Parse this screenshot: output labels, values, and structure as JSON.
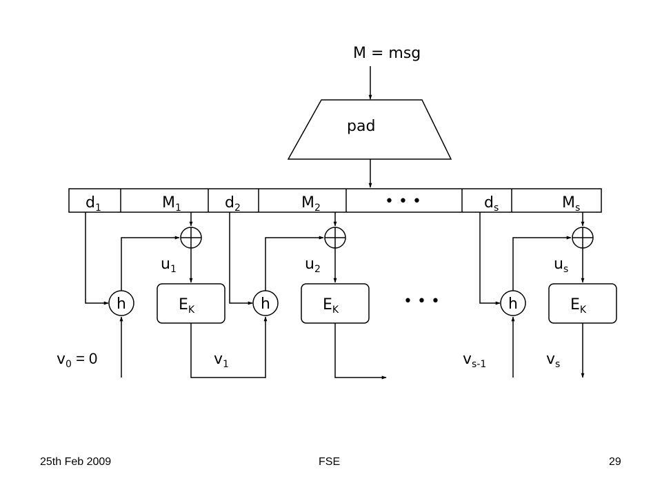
{
  "message": {
    "label": "M = msg"
  },
  "pad_box": {
    "label": "pad"
  },
  "padded_message": {
    "d": [
      "d",
      "d",
      "d"
    ],
    "d_subs": [
      "1",
      "2",
      "s"
    ],
    "M": [
      "M",
      "M",
      "M"
    ],
    "M_subs": [
      "1",
      "2",
      "s"
    ]
  },
  "hash_boxes": {
    "label": "h"
  },
  "cipher_boxes": {
    "label": "E",
    "sub": "K"
  },
  "u_labels": {
    "base": "u",
    "subs": [
      "1",
      "2",
      "s"
    ]
  },
  "v_labels": {
    "base": "v",
    "v0_sub": "0",
    "v0_value": " = 0",
    "v1_sub": "1",
    "vs1_sub": "s-1",
    "vs_sub": "s"
  },
  "ellipsis": "• • •",
  "footer": {
    "date": "25th Feb 2009",
    "title": "FSE",
    "page": "29"
  }
}
